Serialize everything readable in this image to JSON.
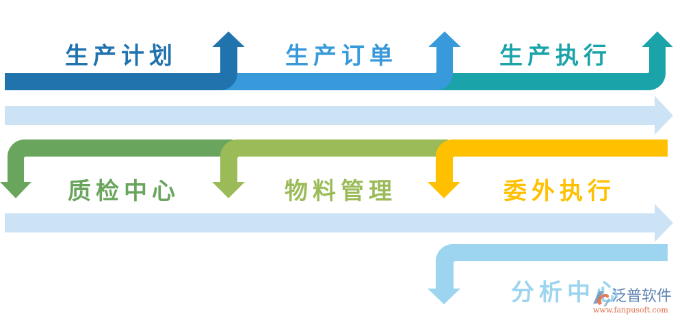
{
  "flow": {
    "row1": [
      {
        "label": "生产计划",
        "color": "#2173AE"
      },
      {
        "label": "生产订单",
        "color": "#3899DB"
      },
      {
        "label": "生产执行",
        "color": "#1BA3AA"
      }
    ],
    "row2": [
      {
        "label": "质检中心",
        "color": "#6AA55D"
      },
      {
        "label": "物料管理",
        "color": "#9BBB59"
      },
      {
        "label": "委外执行",
        "color": "#FFC000"
      }
    ],
    "row3": [
      {
        "label": "分析中心",
        "color": "#9DD4EF"
      }
    ],
    "connector_color": "#CCE3F5"
  },
  "logo": {
    "name": "泛普软件",
    "url": "www.fanpusoft.com",
    "icon": "fanpu-swirl-logo-icon",
    "colors": {
      "primary": "#5F86B4",
      "accent": "#E0704A"
    }
  }
}
